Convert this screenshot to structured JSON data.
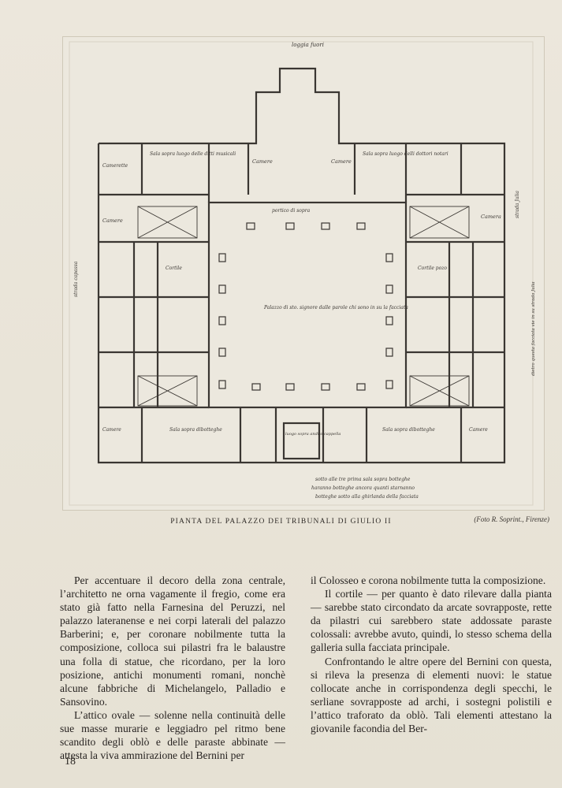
{
  "figure": {
    "caption": "PIANTA DEL PALAZZO DEI TRIBUNALI DI GIULIO II",
    "credit": "(Foto R. Soprint., Firenze)",
    "annotations": {
      "top_loggia": "loggia fuori",
      "sala_left": "Sala sopra luogo delle ditti musicali",
      "sala_right": "Sala sopra luogo delli dottori notari",
      "camere": "Camere",
      "camera": "Camera",
      "camerette": "Camerette",
      "cortile": "Cortile",
      "cortile_pozo": "Cortile pozo",
      "portico": "portico di sopra",
      "center_note": "Palazzo di sto. signore dalle parole chi sono in su la facciata",
      "sala_bottom_left": "Sala sopra dibotteghe",
      "sala_bottom_right": "Sala sopra dibotteghe",
      "camere_bottom": "Camere",
      "entry_note": "luogo sopra andito cappella",
      "bottom_note_1": "sotto alle tre prima sala sopra botteghe",
      "bottom_note_2": "haranno botteghe ancora quanti starnanno",
      "bottom_note_3": "botteghe sotto alla ghirlanda della facciata",
      "left_margin": "strada capassa",
      "right_margin": "strada Julia",
      "far_right_margin": "dietro questa facciata vie in su strada Julia"
    }
  },
  "text": {
    "left_p1": "Per accentuare il decoro della zona centrale, l’architetto ne orna vagamente il fregio, come era stato già fatto nella Farnesina del Peruzzi, nel palazzo lateranense e nei corpi laterali del palazzo Barberini; e, per coronare nobilmente tutta la composizione, colloca sui pilastri fra le balaustre una folla di statue, che ricordano, per la loro posizione, antichi monumenti romani, nonchè alcune fabbriche di Michelangelo, Palladio e Sansovino.",
    "left_p2": "L’attico ovale — solenne nella continuità delle sue masse murarie e leggiadro pel ritmo bene scandito degli oblò e delle paraste abbinate — attesta la viva ammirazione del Bernini per",
    "right_p1": "il Colosseo e corona nobilmente tutta la composizione.",
    "right_p2": "Il cortile — per quanto è dato rilevare dalla pianta — sarebbe stato circondato da arcate sovrapposte, rette da pilastri cui sarebbero state addossate paraste colossali: avrebbe avuto, quindi, lo stesso schema della galleria sulla facciata principale.",
    "right_p3": "Confrontando le altre opere del Bernini con questa, si rileva la presenza di elementi nuovi: le statue collocate anche in corrispondenza degli specchi, le serliane sovrapposte ad archi, i sostegni polistili e l’attico traforato da oblò. Tali elementi attestano la giovanile facondia del Ber-"
  },
  "folio": "18"
}
